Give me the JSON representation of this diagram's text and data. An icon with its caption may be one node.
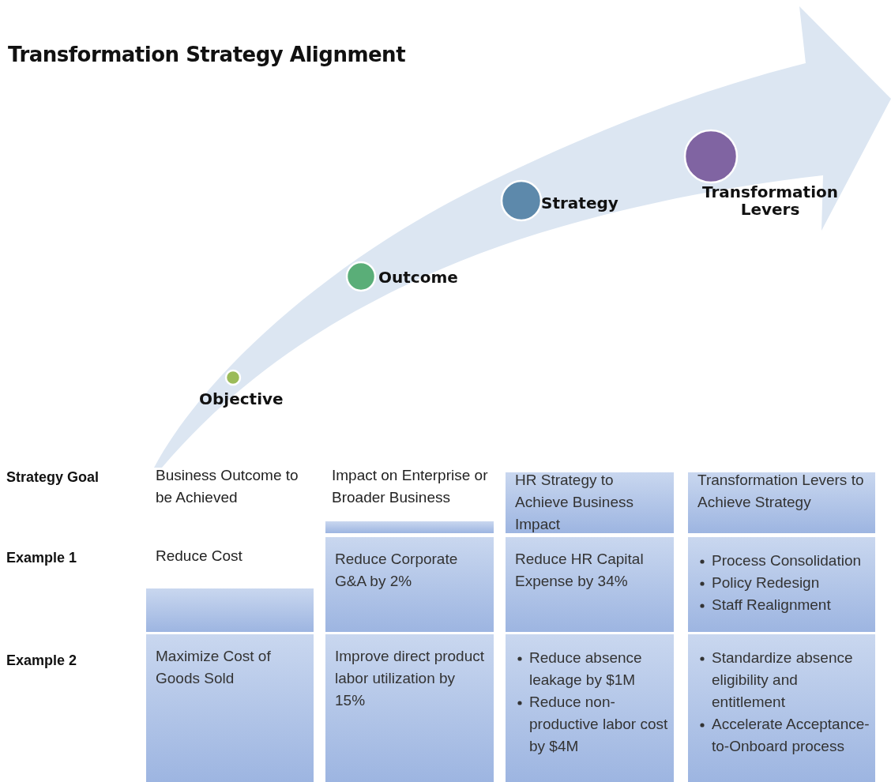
{
  "diagram": {
    "title": "Transformation Strategy Alignment",
    "nodes": [
      {
        "text": [
          "Objective"
        ]
      },
      {
        "text": [
          "Outcome"
        ]
      },
      {
        "text": [
          "Strategy"
        ]
      },
      {
        "text": [
          "Transformation Levers"
        ]
      },
      {
        "text": [],
        "shape": "bar"
      },
      {
        "text": [
          "HR Strategy to Achieve Business Impact"
        ]
      },
      {
        "text": [
          "Transformation Levers to Achieve Strategy"
        ]
      },
      {
        "text": [],
        "shape": "box"
      },
      {
        "text": [
          "Reduce Corporate G&A by 2%"
        ]
      },
      {
        "text": [
          "Reduce HR Capital Expense by 34%"
        ]
      },
      {
        "text": [
          "Process Consolidation",
          "Policy Redesign",
          "Staff Realignment"
        ]
      },
      {
        "text": [
          "Maximize Cost of Goods Sold"
        ]
      },
      {
        "text": [
          "Improve direct product labor utilization by 15%"
        ]
      },
      {
        "text": [
          "Reduce absence leakage by $1M",
          "Reduce non-productive labor cost by $4M"
        ]
      },
      {
        "text": [
          "Standardize absence eligibility and entitlement",
          "Accelerate Acceptance-to-Onboard process"
        ]
      }
    ],
    "edges": [],
    "labels": [
      "Strategy Goal",
      "Business Outcome to be Achieved",
      "Impact on Enterprise or Broader Business",
      "Example 1",
      "Reduce Cost",
      "Example 2"
    ]
  }
}
